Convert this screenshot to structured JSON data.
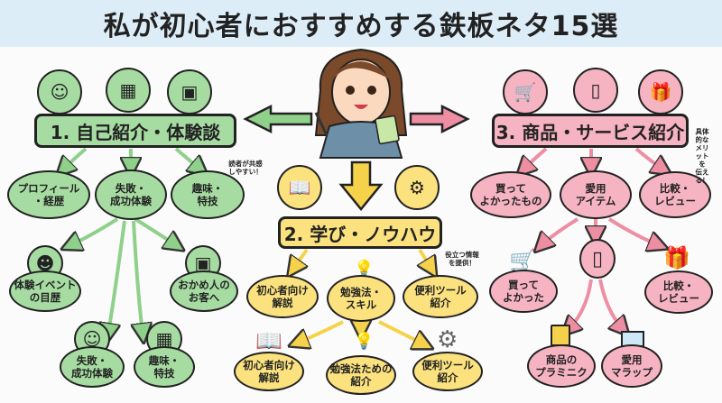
{
  "title": "私が初心者におすすめする鉄板ネタ15選",
  "colors": {
    "green": "#a6dca2",
    "yellow": "#fbe27e",
    "pink": "#f6b3c2",
    "banner": "#dcedf8"
  },
  "sections": [
    {
      "label": "1. 自己紹介・体験談",
      "icons": [
        "thought-bubble-icon",
        "calendar-icon",
        "suitcase-icon"
      ],
      "note": "読者が共感\nしやすい！",
      "level1": [
        "プロフィール\n・経歴",
        "失敗・\n成功体験",
        "趣味・\n特技"
      ],
      "level2": [
        {
          "label": "体験イベント\nの目歴",
          "icon": "person-icon"
        },
        {
          "label": "おかめ人の\nお客へ",
          "icon": "suitcase-icon"
        },
        {
          "label": "失敗・\n成功体験",
          "icon": "head-icon"
        },
        {
          "label": "趣味・\n特技",
          "icon": "calendar-icon"
        }
      ]
    },
    {
      "label": "2. 学び・ノウハウ",
      "icons": [
        "book-icon",
        "gear-icon"
      ],
      "note": "役立つ情報\nを提供！",
      "level1": [
        "初心者向け\n解説",
        "勉強法・\nスキル",
        "便利ツール\n紹介"
      ],
      "level2": [
        {
          "label": "初心者向け\n解説",
          "icon": "book-icon"
        },
        {
          "label": "勉強法ための\n紹介",
          "icon": "lightbulb-icon"
        },
        {
          "label": "便利ツール\n紹介",
          "icon": "gear-icon"
        }
      ]
    },
    {
      "label": "3. 商品・サービス紹介",
      "icons": [
        "cart-icon",
        "smartphone-icon",
        "gift-icon"
      ],
      "note": "具体的な\nメリットを\n伝える！",
      "level1": [
        "買って\nよかったもの",
        "愛用\nアイテム",
        "比較・\nレビュー"
      ],
      "level2": [
        {
          "label": "買って\nよかった",
          "icon": "cart-icon"
        },
        {
          "label": "",
          "icon": "smartphone-icon"
        },
        {
          "label": "比較・\nレビュー",
          "icon": "gift-icon"
        },
        {
          "label": "商品の\nプラミニク",
          "icon": "shopping-bag-icon"
        },
        {
          "label": "愛用\nマラップ",
          "icon": "envelope-icon"
        }
      ]
    }
  ]
}
